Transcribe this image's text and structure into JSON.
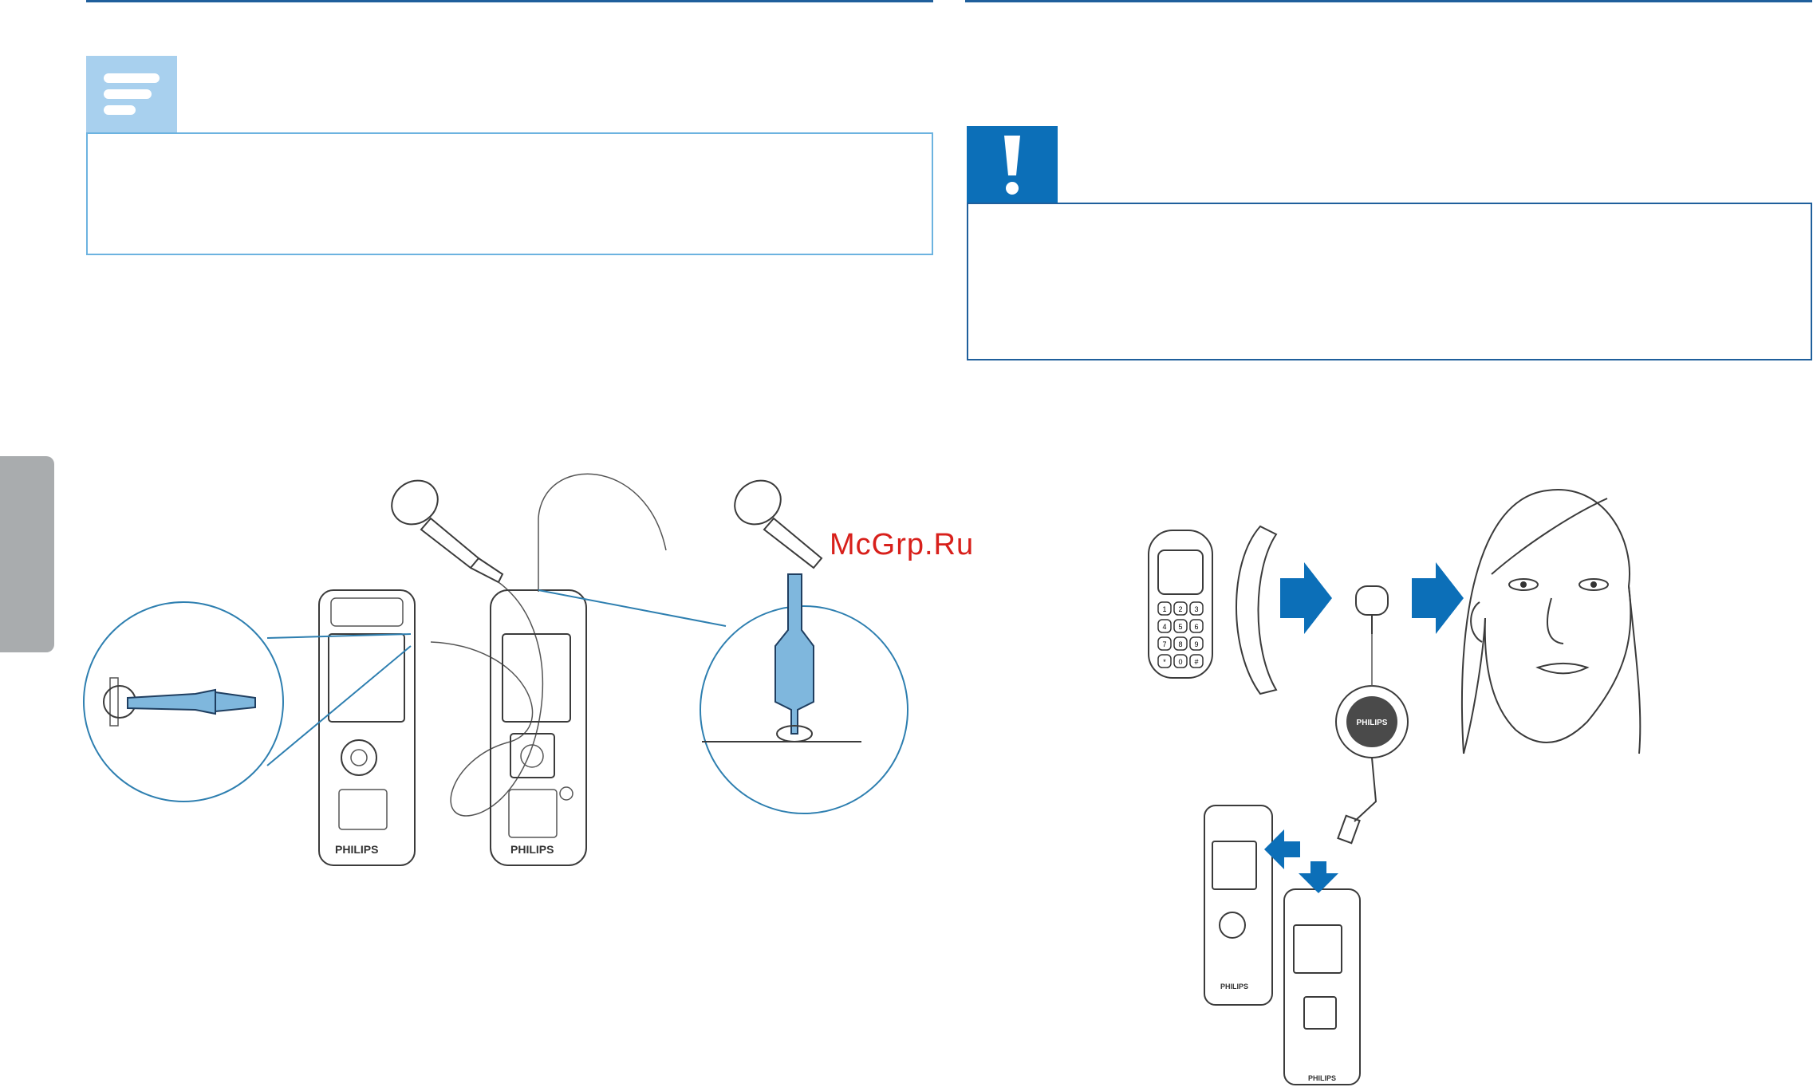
{
  "page": {
    "watermark": "McGrp.Ru"
  },
  "note_box": {
    "icon": "note-lines-icon",
    "accent_color": "#a8d0ee",
    "border_color": "#6cb3e0"
  },
  "warning_box": {
    "icon": "exclamation-icon",
    "accent_color": "#0c6fb8",
    "border_color": "#1f5f9c"
  },
  "illustration_left": {
    "brand_left": "PHILIPS",
    "brand_right": "PHILIPS"
  },
  "illustration_right": {
    "brand_spool": "PHILIPS",
    "brand_recorder_a": "PHILIPS",
    "brand_recorder_b": "PHILIPS",
    "phone_keys": [
      "1",
      "2",
      "3",
      "4",
      "5",
      "6",
      "7",
      "8",
      "9",
      "*",
      "0",
      "#"
    ]
  }
}
